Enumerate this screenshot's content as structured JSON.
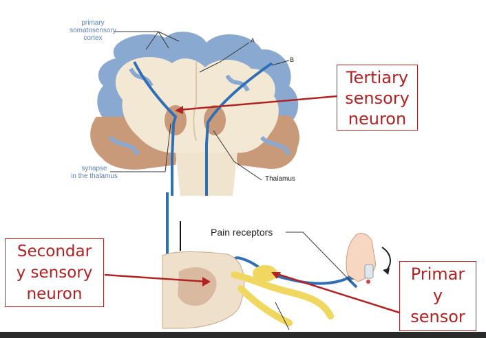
{
  "labels": {
    "cortex": "primary\nsomatosensory\ncortex",
    "marker_a": "A",
    "marker_b": "B",
    "synapse": "synapse\nin the thalamus",
    "thalamus": "Thalamus",
    "pain_receptors": "Pain receptors"
  },
  "callouts": {
    "tertiary": "Tertiary\nsensory\nneuron",
    "secondary": "Secondar\ny sensory\nneuron",
    "primary": "Primar\ny\nsensor"
  },
  "colors": {
    "neuron_blue": "#2f6fb5",
    "callout_red": "#b22222",
    "cortex_blue": "#8aa9d0",
    "cortex_brown": "#c89a7a",
    "white_matter": "#f3e8d4",
    "nerve_yellow": "#f0d860"
  }
}
